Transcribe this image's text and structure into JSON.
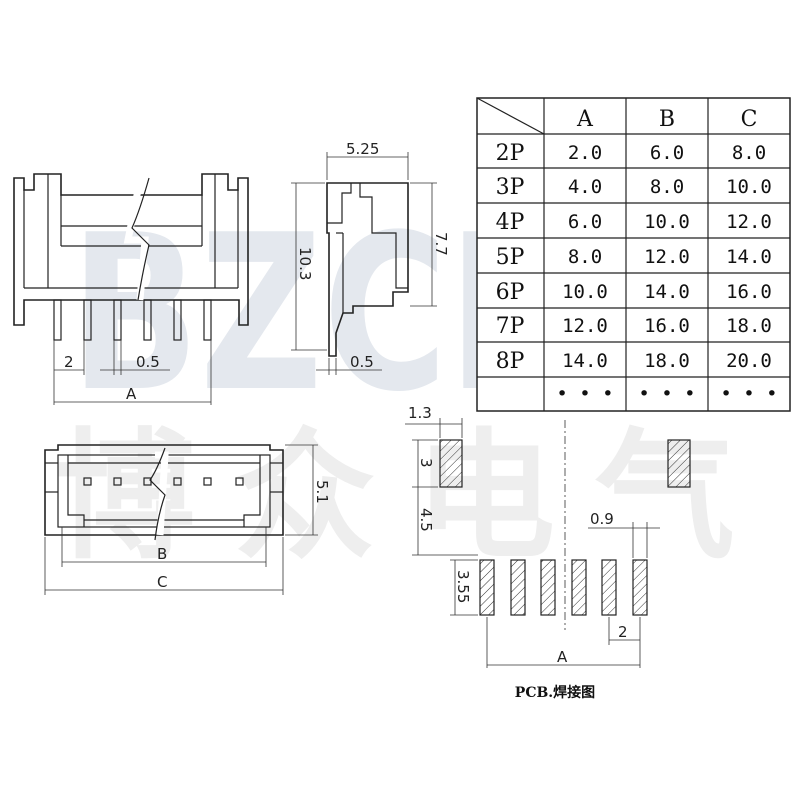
{
  "watermark": {
    "latin": "BZCN",
    "cn": [
      "博",
      "众",
      "电",
      "气"
    ]
  },
  "front_view": {
    "dim_pitch": "2",
    "dim_pin": "0.5",
    "dim_a": "A"
  },
  "side_view": {
    "dim_depth": "5.25",
    "dim_height": "10.3",
    "dim_body": "7.7",
    "dim_pin": "0.5"
  },
  "top_view": {
    "dim_b": "B",
    "dim_c": "C",
    "dim_height": "5.1"
  },
  "pcb": {
    "caption": "PCB.焊接图",
    "dim_w": "1.3",
    "dim_h": "3",
    "dim_gap": "4.5",
    "dim_pad_w": "0.9",
    "dim_pad_h": "3.55",
    "dim_pitch": "2",
    "dim_a": "A"
  },
  "table": {
    "columns": [
      "A",
      "B",
      "C"
    ],
    "rows": [
      {
        "label": "2P",
        "a": "2.0",
        "b": "6.0",
        "c": "8.0"
      },
      {
        "label": "3P",
        "a": "4.0",
        "b": "8.0",
        "c": "10.0"
      },
      {
        "label": "4P",
        "a": "6.0",
        "b": "10.0",
        "c": "12.0"
      },
      {
        "label": "5P",
        "a": "8.0",
        "b": "12.0",
        "c": "14.0"
      },
      {
        "label": "6P",
        "a": "10.0",
        "b": "14.0",
        "c": "16.0"
      },
      {
        "label": "7P",
        "a": "12.0",
        "b": "16.0",
        "c": "18.0"
      },
      {
        "label": "8P",
        "a": "14.0",
        "b": "18.0",
        "c": "20.0"
      }
    ],
    "ellipsis": [
      "• • •",
      "• • •",
      "• • •"
    ]
  }
}
